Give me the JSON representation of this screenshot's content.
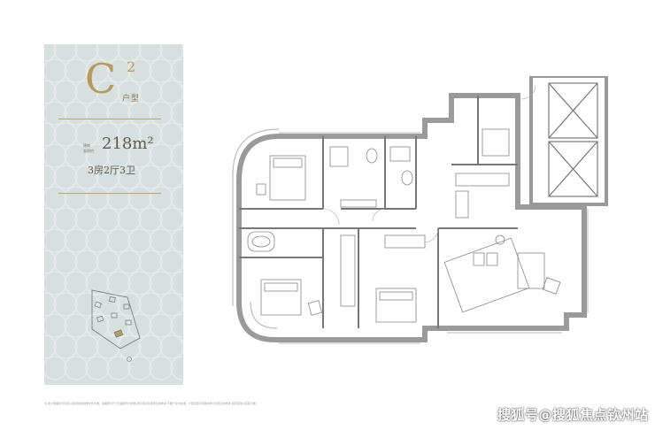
{
  "unit_card": {
    "letter": "C",
    "superscript": "2",
    "type_label": "户型",
    "area_label_line1": "建筑",
    "area_label_line2": "面积约",
    "area_value": "218m²",
    "room_config": "3房2厅3卫"
  },
  "footnote": "注:此户型图仅为示意,以政府最终批准文件为准。本图所示尺寸及面积均为约数,所示家具及装饰仅供参考,不属于交付标准。户型位置示意图中所示位置仅供参考,如有变动以实际为准。",
  "watermark": "搜狐号@搜狐焦点钦州站",
  "colors": {
    "panel_bg": "#d7e0df",
    "accent_gold": "#b79a62",
    "wall": "#9a9a9a",
    "line": "#555555"
  }
}
